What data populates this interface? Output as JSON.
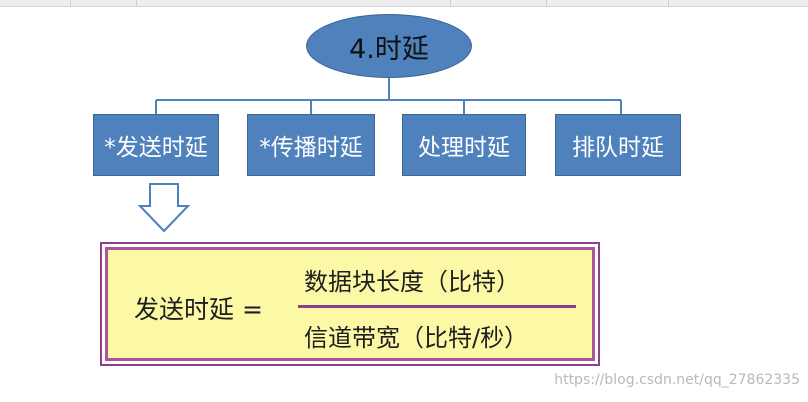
{
  "title": "4.时延",
  "categories": [
    {
      "id": "send",
      "label": "*发送时延"
    },
    {
      "id": "prop",
      "label": "*传播时延"
    },
    {
      "id": "proc",
      "label": "处理时延"
    },
    {
      "id": "queue",
      "label": "排队时延"
    }
  ],
  "formula": {
    "lhs": "发送时延 =",
    "numerator": "数据块长度（比特）",
    "denominator": "信道带宽（比特/秒）"
  },
  "watermark": "https://blog.csdn.net/qq_27862335",
  "colors": {
    "box_fill": "#4f81bd",
    "formula_fill": "#fbf8a6",
    "formula_border": "#8e3f8a"
  }
}
